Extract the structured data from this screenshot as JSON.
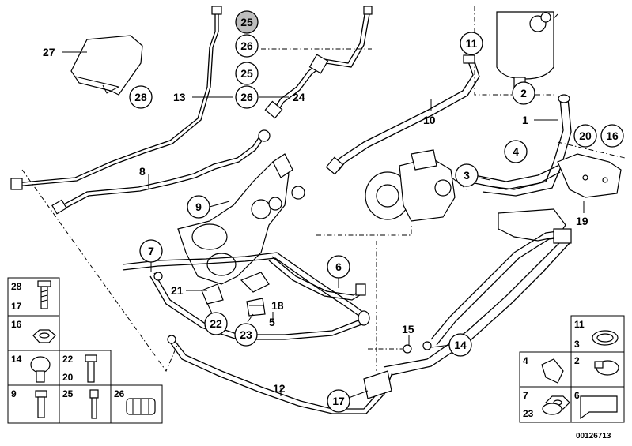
{
  "diagram_id": "00126713",
  "callouts": {
    "c25_top": "25",
    "c26_a": "26",
    "c25_b": "25",
    "c26_b": "26",
    "c28": "28",
    "c11": "11",
    "c2": "2",
    "c20": "20",
    "c16": "16",
    "c4": "4",
    "c3": "3",
    "c9": "9",
    "c7": "7",
    "c6": "6",
    "c22": "22",
    "c23": "23",
    "c14": "14",
    "c17": "17"
  },
  "labels": {
    "l27": "27",
    "l13": "13",
    "l24": "24",
    "l10": "10",
    "l1": "1",
    "l8": "8",
    "l19": "19",
    "l21": "21",
    "l18": "18",
    "l5": "5",
    "l15": "15",
    "l12": "12"
  },
  "legend_left": [
    {
      "id": "leg-28-17",
      "a": "28",
      "b": "17"
    },
    {
      "id": "leg-16",
      "a": "16"
    },
    {
      "id": "leg-14",
      "a": "14"
    },
    {
      "id": "leg-22-20",
      "a": "22",
      "b": "20"
    },
    {
      "id": "leg-9",
      "a": "9"
    },
    {
      "id": "leg-25",
      "a": "25"
    },
    {
      "id": "leg-26",
      "a": "26"
    }
  ],
  "legend_right": [
    {
      "id": "leg-11-3",
      "a": "11",
      "b": "3"
    },
    {
      "id": "leg-4",
      "a": "4"
    },
    {
      "id": "leg-2",
      "a": "2"
    },
    {
      "id": "leg-7-23",
      "a": "7",
      "b": "23"
    },
    {
      "id": "leg-6",
      "a": "6"
    }
  ]
}
